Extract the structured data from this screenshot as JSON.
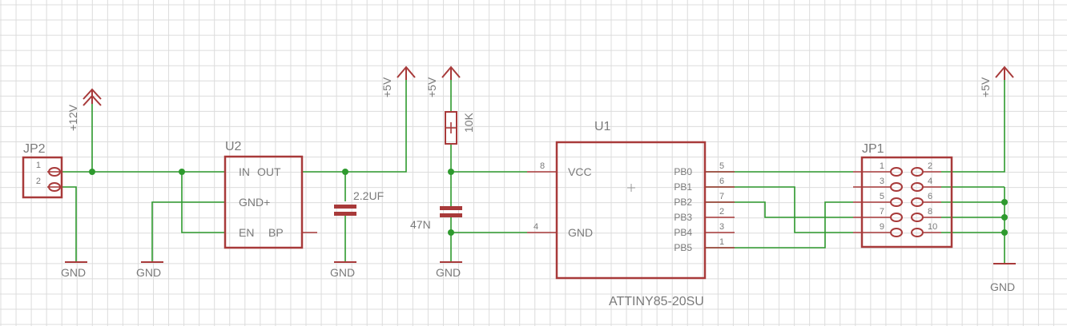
{
  "parts": {
    "jp2": {
      "name": "JP2",
      "pins": [
        "1",
        "2"
      ]
    },
    "u2": {
      "name": "U2",
      "pins": [
        "IN",
        "OUT",
        "GND+",
        "EN",
        "BP"
      ]
    },
    "cap1": {
      "value": "2.2UF"
    },
    "res1": {
      "value": "10K"
    },
    "cap2": {
      "value": "47N"
    },
    "u1": {
      "name": "U1",
      "value": "ATTINY85-20SU",
      "left_pins": [
        "VCC",
        "GND"
      ],
      "left_pin_numbers": [
        "8",
        "4"
      ],
      "right_pins": [
        "PB0",
        "PB1",
        "PB2",
        "PB3",
        "PB4",
        "PB5"
      ],
      "right_pin_numbers": [
        "5",
        "6",
        "7",
        "2",
        "3",
        "1"
      ]
    },
    "jp1": {
      "name": "JP1",
      "pin_numbers_left": [
        "1",
        "3",
        "5",
        "7",
        "9"
      ],
      "pin_numbers_right": [
        "2",
        "4",
        "6",
        "8",
        "10"
      ]
    }
  },
  "nets": {
    "plus12v": "+12V",
    "plus5v": "+5V",
    "gnd": "GND"
  },
  "colors": {
    "symbol": "#a83a3a",
    "wire": "#2e9a2e",
    "text": "#7a7a7a",
    "grid": "#dcdcdc"
  }
}
